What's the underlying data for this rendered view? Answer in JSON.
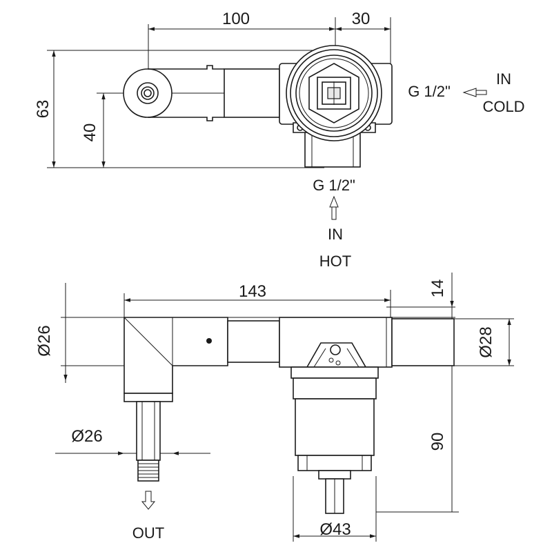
{
  "top_view": {
    "dimensions": {
      "width_100": "100",
      "width_30": "30",
      "height_63": "63",
      "height_40": "40"
    },
    "cold_inlet": {
      "thread": "G 1/2\"",
      "label_line1": "IN",
      "label_line2": "COLD"
    },
    "hot_inlet": {
      "thread": "G 1/2\"",
      "label_line1": "IN",
      "label_line2": "HOT"
    }
  },
  "side_view": {
    "dimensions": {
      "length_143": "143",
      "offset_14": "14",
      "diameter_26_body": "Ø26",
      "diameter_26_outlet": "Ø26",
      "diameter_28": "Ø28",
      "height_90": "90",
      "diameter_43": "Ø43"
    },
    "outlet_label": "OUT"
  },
  "colors": {
    "line": "#1a1a1a",
    "background": "#ffffff"
  }
}
